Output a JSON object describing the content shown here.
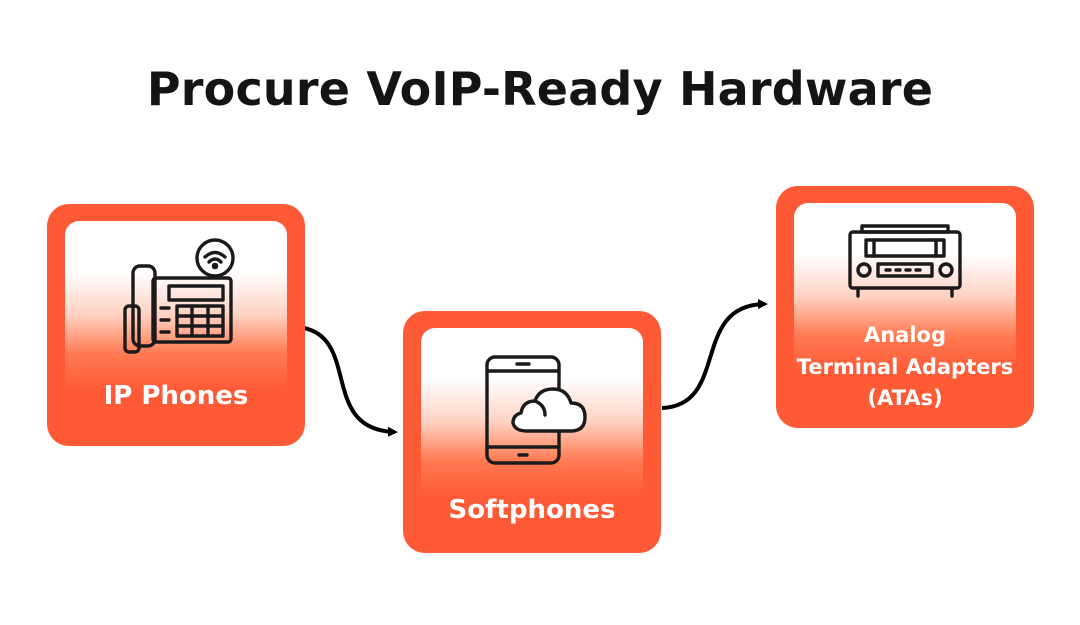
{
  "title": "Procure VoIP-Ready Hardware",
  "nodes": [
    {
      "label": "IP Phones",
      "icon": "ip-phone-icon"
    },
    {
      "label": "Softphones",
      "icon": "tablet-cloud-icon"
    },
    {
      "label_lines": [
        "Analog",
        "Terminal Adapters",
        "(ATAs)"
      ],
      "icon": "terminal-adapter-icon"
    }
  ],
  "colors": {
    "accent": "#ff5a36",
    "title": "#141414",
    "icon": "#1a1a1a",
    "label": "#ffffff"
  }
}
